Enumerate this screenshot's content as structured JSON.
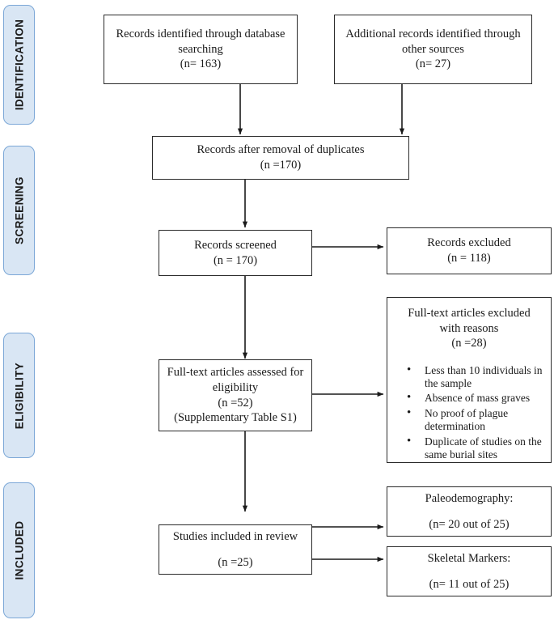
{
  "figure": {
    "type": "prisma-flow-diagram"
  },
  "colors": {
    "stage_fill": "#d9e6f4",
    "stage_border": "#7ba7d7",
    "box_border": "#2b2b2b",
    "text": "#1a1a1a",
    "background": "#ffffff"
  },
  "stages": [
    {
      "label": "IDENTIFICATION"
    },
    {
      "label": "SCREENING"
    },
    {
      "label": "ELIGIBILITY"
    },
    {
      "label": "INCLUDED"
    }
  ],
  "boxes": {
    "database_records": {
      "line1": "Records identified through database",
      "line2": "searching",
      "line3": "(n= 163)"
    },
    "other_records": {
      "line1": "Additional records identified through",
      "line2": "other sources",
      "line3": "(n= 27)"
    },
    "after_duplicates": {
      "line1": "Records after removal of duplicates",
      "line2": "(n =170)"
    },
    "records_screened": {
      "line1": "Records screened",
      "line2": "(n = 170)"
    },
    "records_excluded": {
      "line1": "Records excluded",
      "line2": "(n = 118)"
    },
    "fulltext_assessed": {
      "line1": "Full-text articles assessed for",
      "line2": "eligibility",
      "line3": "(n =52)",
      "line4": "(Supplementary Table S1)"
    },
    "fulltext_excluded": {
      "line1": "Full-text articles excluded",
      "line2": "with reasons",
      "line3": "(n =28)",
      "reasons": [
        "Less than 10 individuals in the sample",
        "Absence of mass graves",
        "No proof of plague determination",
        "Duplicate of studies on the same burial sites"
      ]
    },
    "studies_included": {
      "line1": "Studies included in review",
      "line2": "(n =25)"
    },
    "paleodemography": {
      "line1": "Paleodemography:",
      "line2": "(n= 20 out of 25)"
    },
    "skeletal_markers": {
      "line1": "Skeletal Markers:",
      "line2": "(n= 11 out of 25)"
    }
  }
}
